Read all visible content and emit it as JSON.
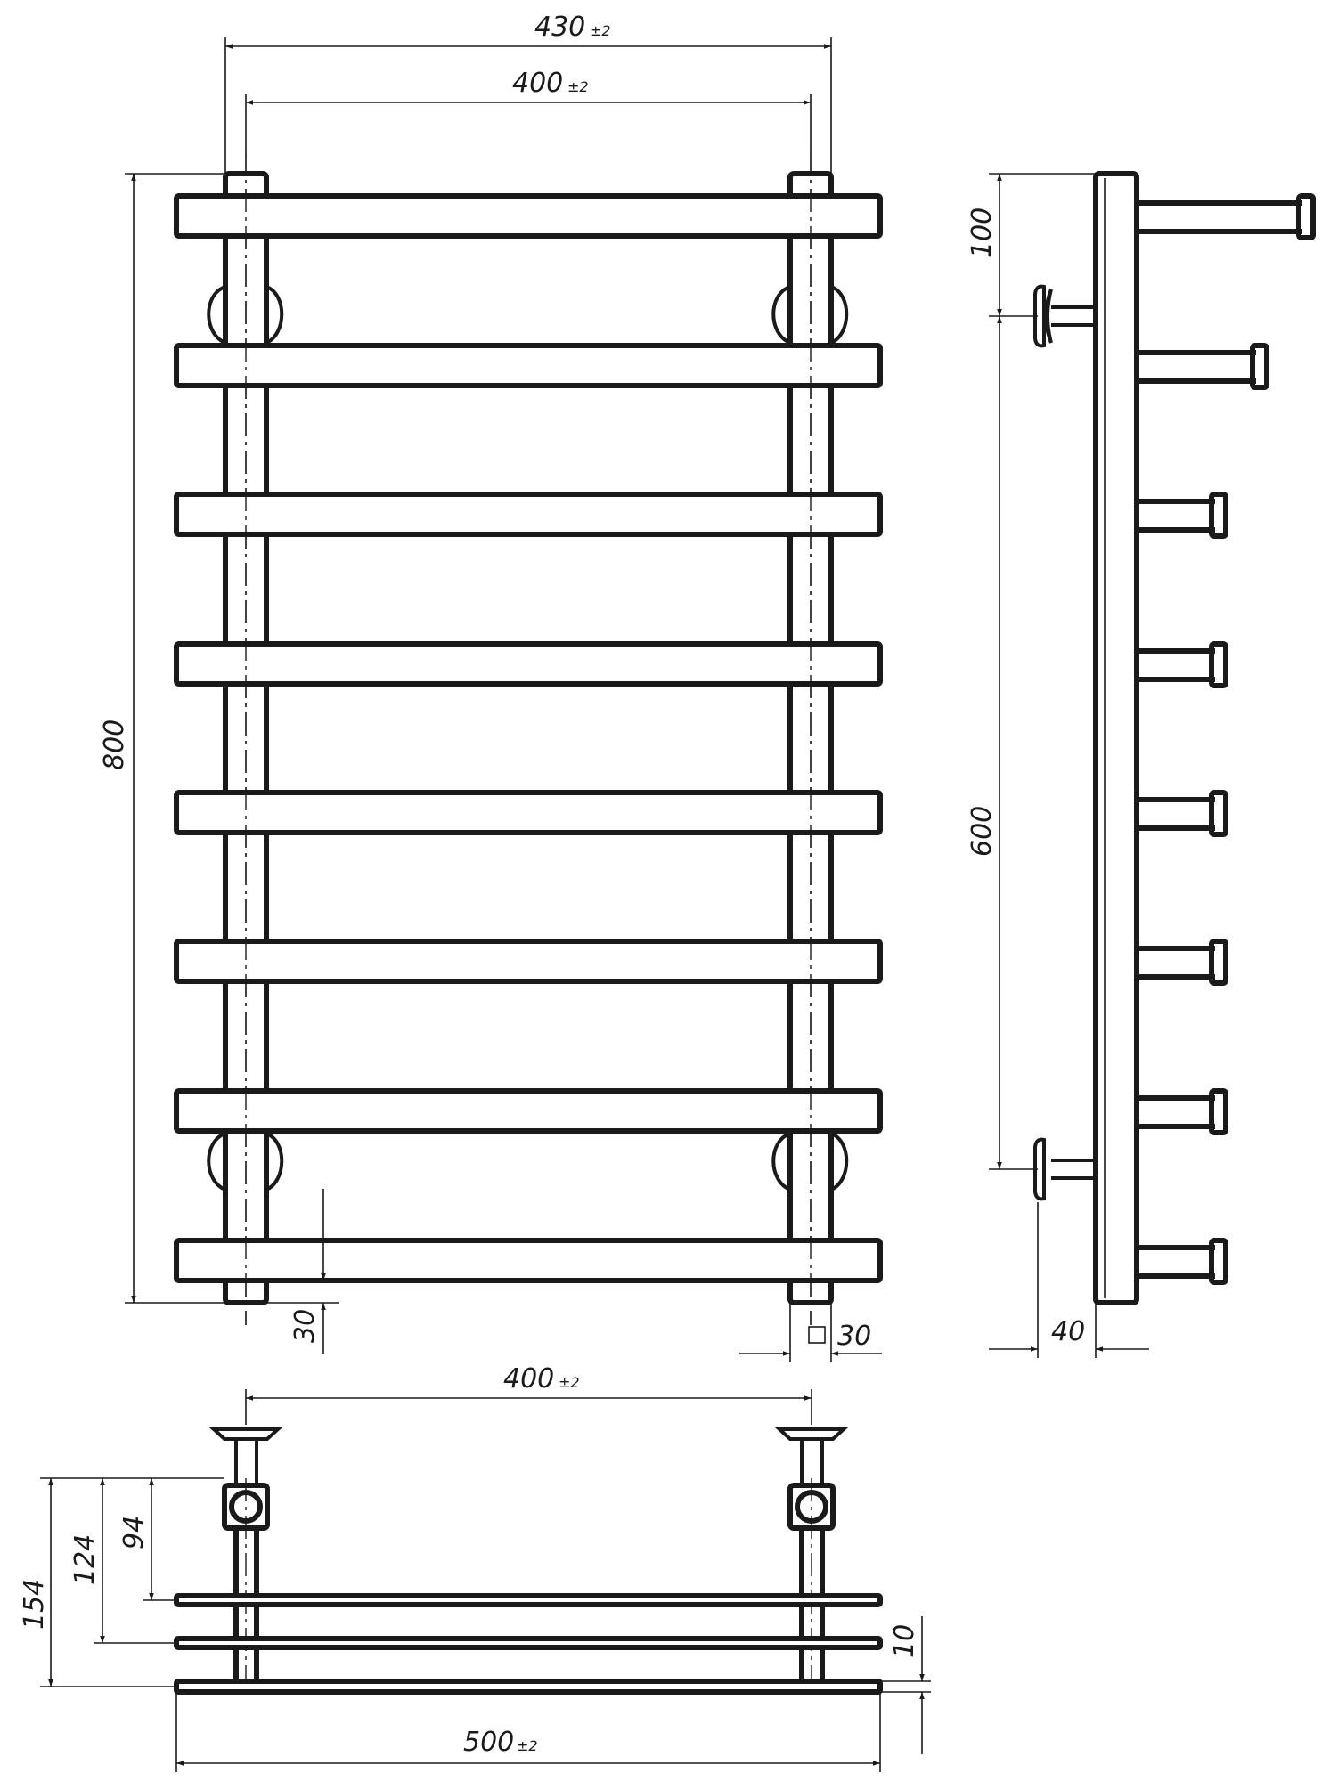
{
  "drawing": {
    "front_view": {
      "dim_overall_width": "430",
      "dim_overall_width_tol": "±2",
      "dim_pipe_spacing": "400",
      "dim_pipe_spacing_tol": "±2",
      "dim_height": "800",
      "dim_bottom_offset": "30",
      "dim_pipe_section_symbol": "□",
      "dim_pipe_section": "30"
    },
    "side_view": {
      "dim_top_to_mount": "100",
      "dim_mount_spacing": "600",
      "dim_wall_offset": "40"
    },
    "bottom_view": {
      "dim_pipe_spacing": "400",
      "dim_pipe_spacing_tol": "±2",
      "dim_depth_154": "154",
      "dim_depth_124": "124",
      "dim_depth_94": "94",
      "dim_bar_thickness": "10",
      "dim_total_width": "500",
      "dim_total_width_tol": "±2"
    }
  }
}
